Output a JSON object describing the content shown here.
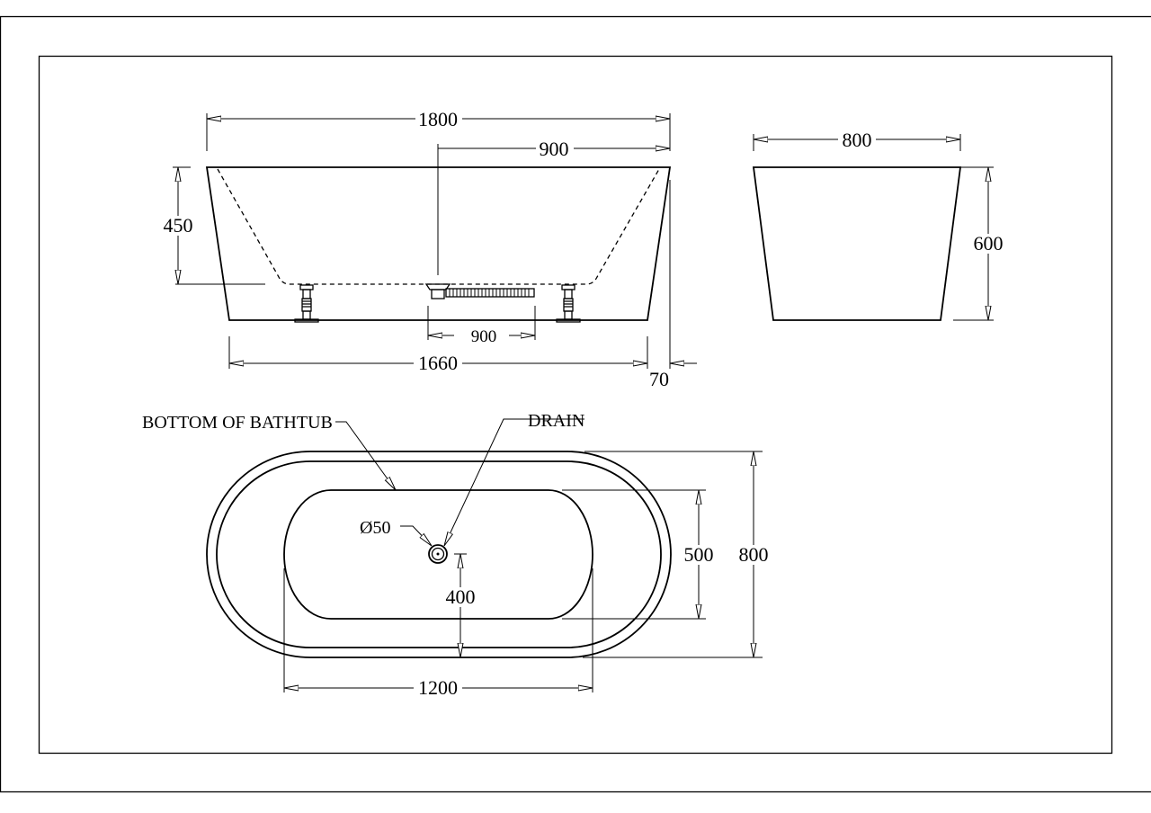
{
  "drawing": {
    "side_view": {
      "overall_length": "1800",
      "drain_offset": "900",
      "depth": "450",
      "feet_spacing": "900",
      "base_length": "1660",
      "wall_offset": "70"
    },
    "end_view": {
      "width": "800",
      "height": "600"
    },
    "plan_view": {
      "bottom_label": "BOTTOM OF BATHTUB",
      "drain_label": "DRAIN",
      "drain_diameter": "Ø50",
      "inner_width": "500",
      "outer_width": "800",
      "drain_from_edge": "400",
      "inner_length": "1200"
    }
  }
}
